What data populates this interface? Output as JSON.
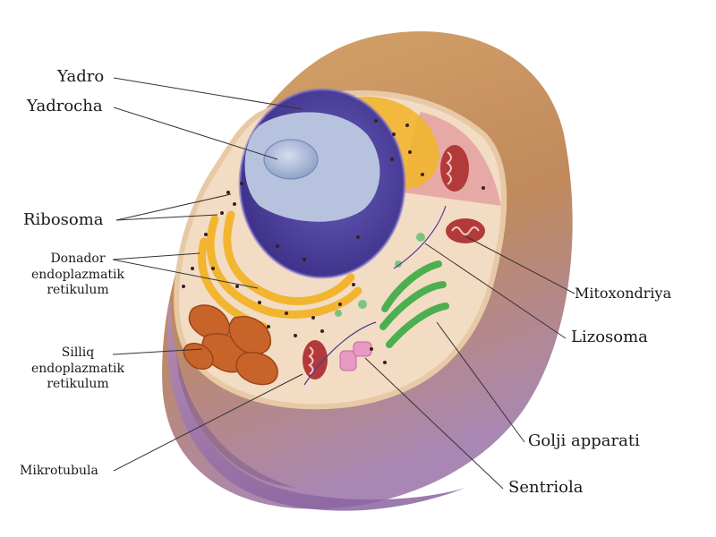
{
  "labels": {
    "yadro": "Yadro",
    "yadrocha": "Yadrocha",
    "ribosoma": "Ribosoma",
    "donador_1": "Donador",
    "donador_2": "endoplazmatik",
    "donador_3": "retikulum",
    "silliq_1": "Silliq",
    "silliq_2": "endoplazmatik",
    "silliq_3": "retikulum",
    "mikrotubula": "Mikrotubula",
    "mitoxondriya": "Mitoxondriya",
    "lizosoma": "Lizosoma",
    "golji": "Golji apparati",
    "sentriola": "Sentriola"
  },
  "colors": {
    "membrane_outer": "#c9945a",
    "membrane_purple": "#9a6fa8",
    "cytoplasm": "#f3dcc4",
    "nucleus": "#4a3f9c",
    "nucleolus": "#a9b9d8",
    "rough_er": "#f2b530",
    "smooth_er": "#c8642a",
    "golgi": "#4caf50",
    "mitochondria": "#b33a3a"
  }
}
